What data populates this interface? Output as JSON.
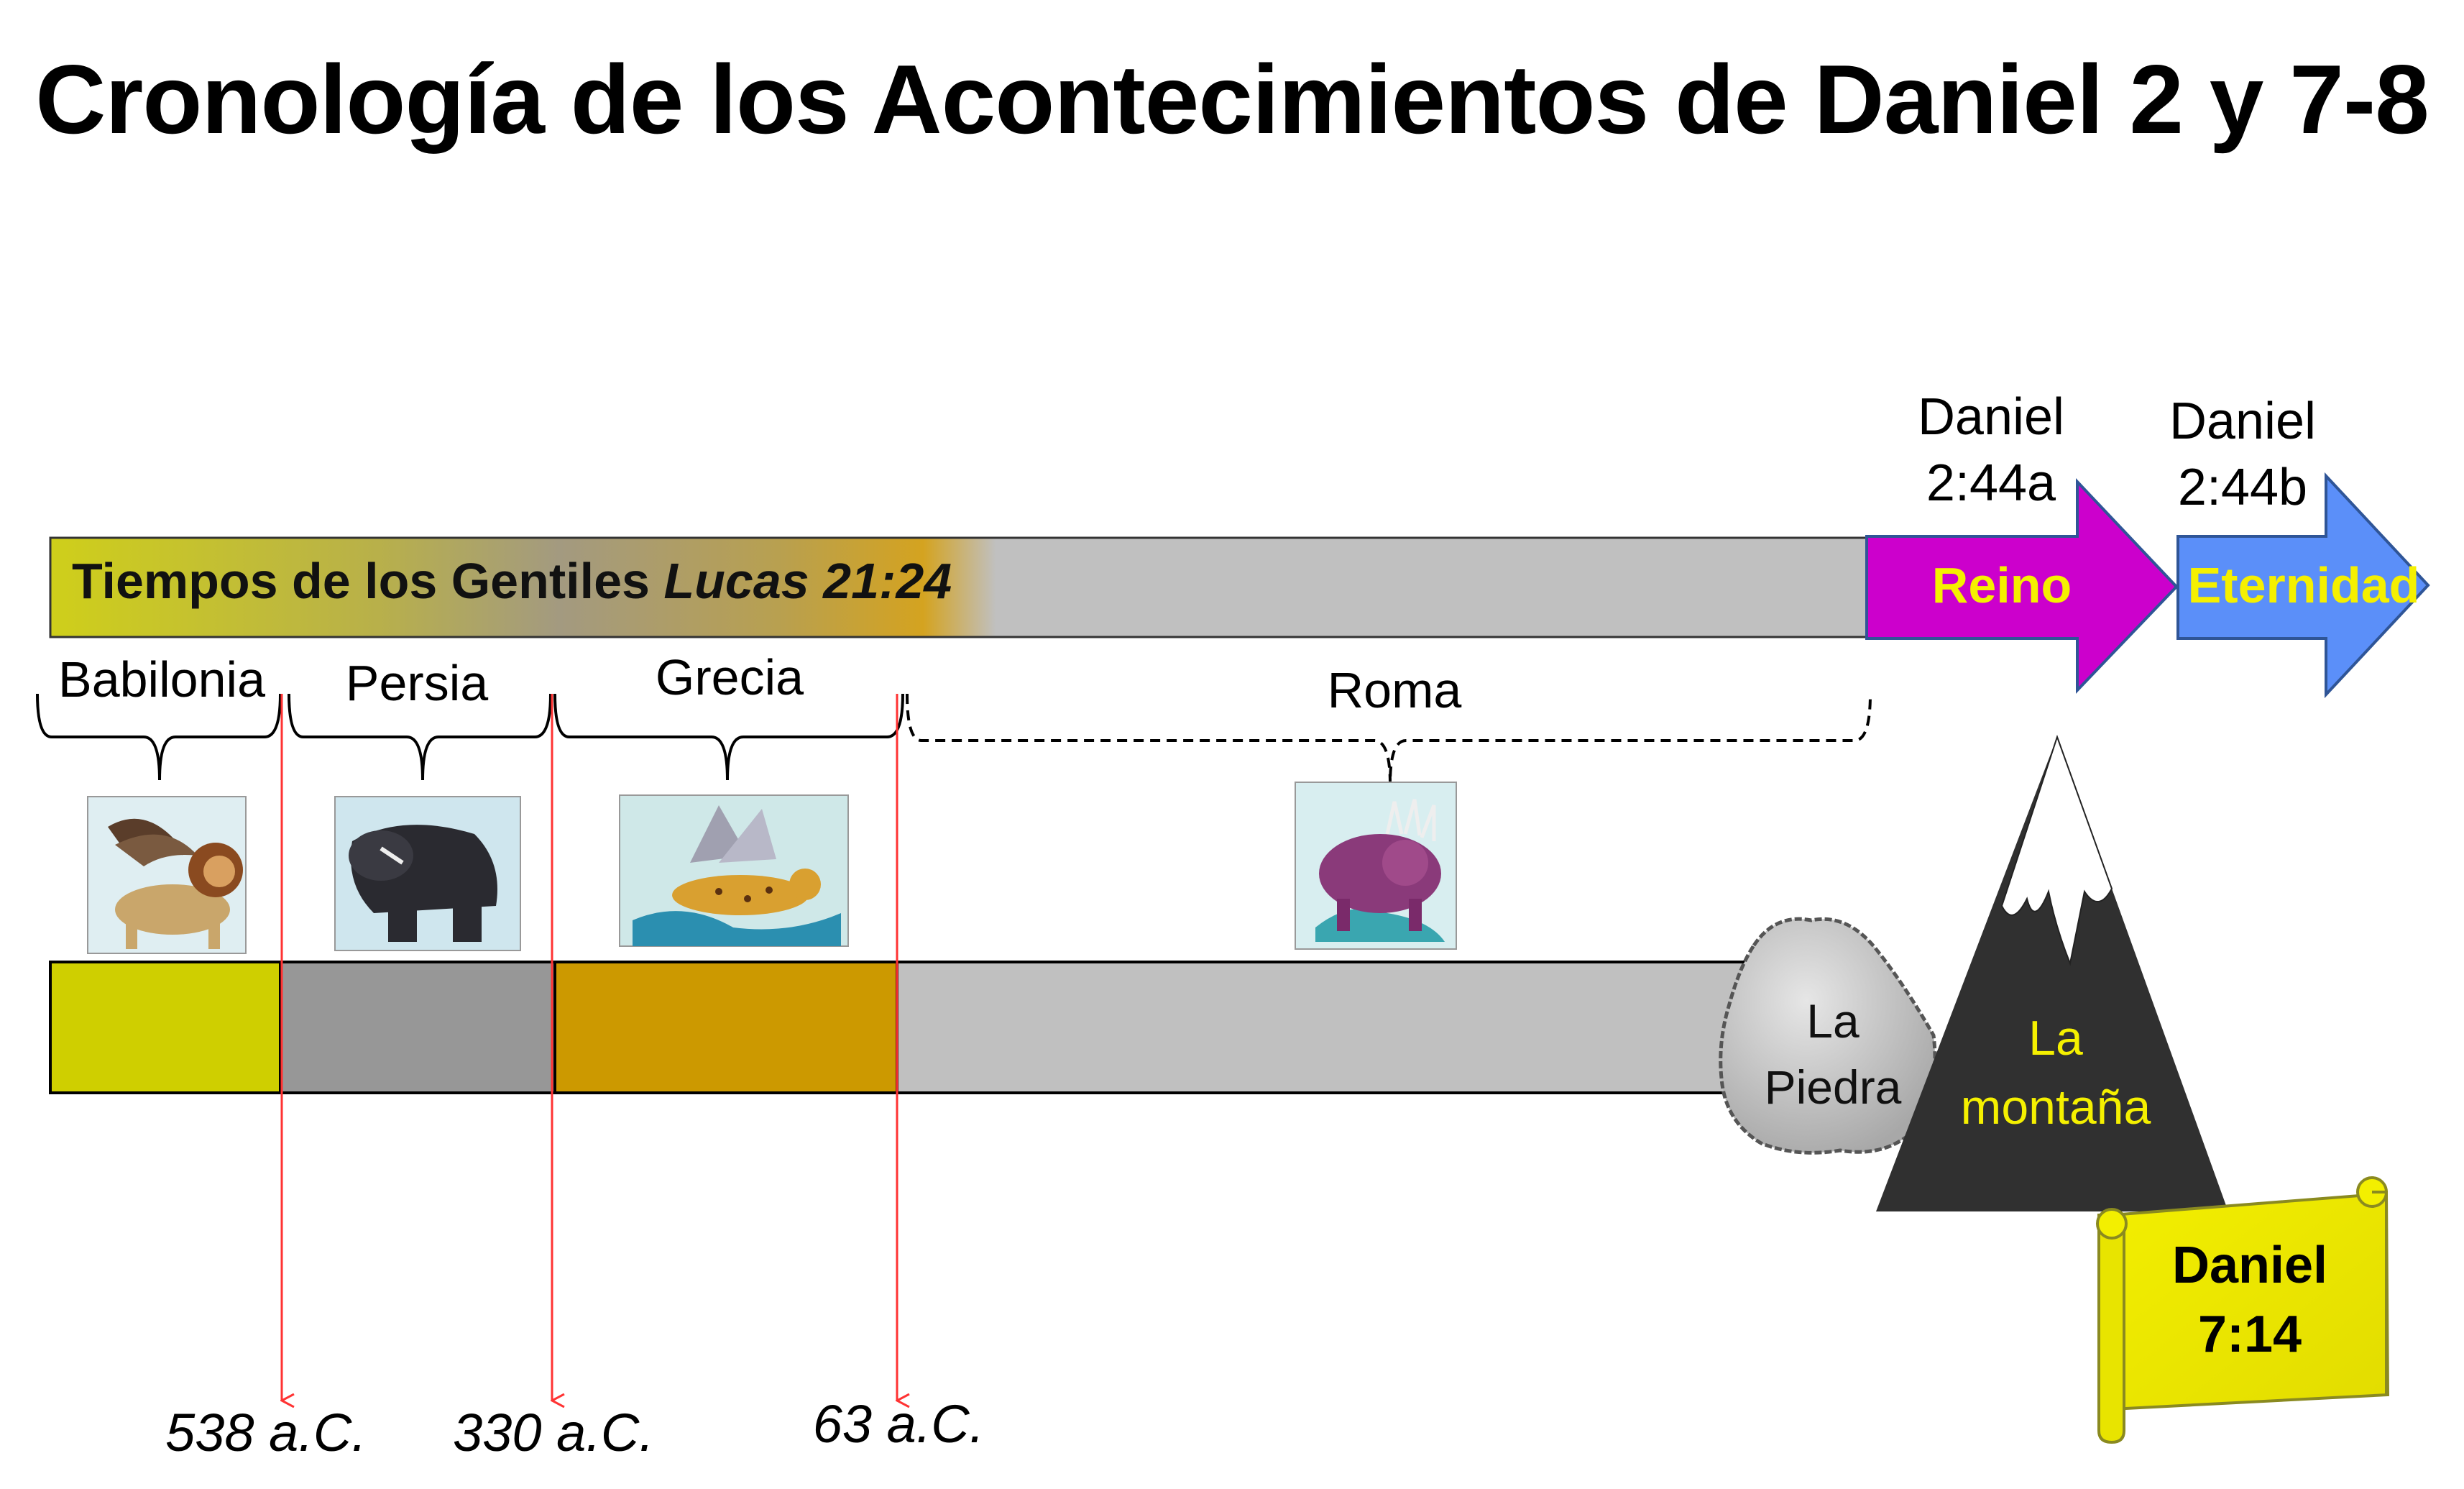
{
  "title": "Cronología de los Acontecimientos de Daniel 2 y 7-8",
  "gentiles": {
    "label": "Tiempos de los Gentiles",
    "ref": "Lucas 21:24"
  },
  "empires": [
    {
      "name": "Babilonia",
      "color": "#cfcf00"
    },
    {
      "name": "Persia",
      "color": "#979797"
    },
    {
      "name": "Grecia",
      "color": "#cc9900"
    },
    {
      "name": "Roma",
      "color": "#c0c0c0"
    }
  ],
  "dates": [
    "538 a.C.",
    "330 a.C.",
    "63 a.C."
  ],
  "kingdom": {
    "ref": [
      "Daniel",
      "2:44a"
    ],
    "label": "Reino",
    "color": "#cc00cc"
  },
  "eternity": {
    "ref": [
      "Daniel",
      "2:44b"
    ],
    "label": "Eternidad",
    "color": "#5b8ff9"
  },
  "stone": [
    "La",
    "Piedra"
  ],
  "mountain": [
    "La",
    "montaña"
  ],
  "scroll": [
    "Daniel",
    "7:14"
  ],
  "colors": {
    "accent_text": "#f5f000",
    "date_line": "#ff3333"
  },
  "icons": [
    "winged-lion-icon",
    "bear-icon",
    "winged-leopard-icon",
    "ten-horned-beast-icon",
    "stone-icon",
    "mountain-icon",
    "scroll-icon"
  ]
}
